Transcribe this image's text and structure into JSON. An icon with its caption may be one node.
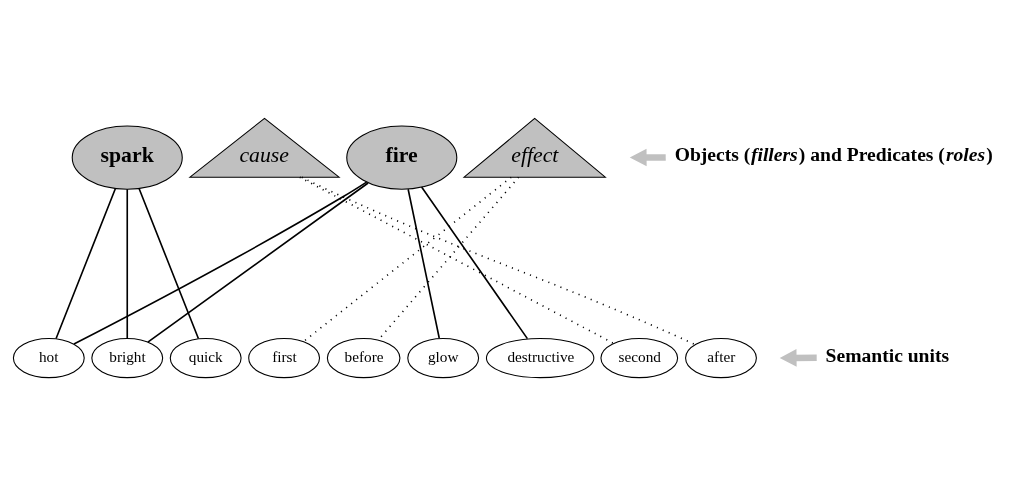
{
  "diagram": {
    "nodes": [
      {
        "text": [
          "spark"
        ]
      },
      {
        "text": [
          "cause"
        ]
      },
      {
        "text": [
          "fire"
        ]
      },
      {
        "text": [
          "effect"
        ]
      },
      {
        "text": [
          "hot"
        ]
      },
      {
        "text": [
          "bright"
        ]
      },
      {
        "text": [
          "quick"
        ]
      },
      {
        "text": [
          "first"
        ]
      },
      {
        "text": [
          "before"
        ]
      },
      {
        "text": [
          "glow"
        ]
      },
      {
        "text": [
          "destructive"
        ]
      },
      {
        "text": [
          "second"
        ]
      },
      {
        "text": [
          "after"
        ]
      },
      {
        "text": [
          "Objects (*fillers*) and Predicates (*roles*)"
        ]
      },
      {
        "text": [
          "Semantic units"
        ]
      }
    ],
    "edges": [
      {
        "from": 0,
        "to": 4,
        "arrow": "none"
      },
      {
        "from": 0,
        "to": 5,
        "arrow": "none"
      },
      {
        "from": 0,
        "to": 6,
        "arrow": "none"
      },
      {
        "from": 2,
        "to": 4,
        "arrow": "none"
      },
      {
        "from": 2,
        "to": 5,
        "arrow": "none"
      },
      {
        "from": 2,
        "to": 9,
        "arrow": "none"
      },
      {
        "from": 2,
        "to": 10,
        "arrow": "none"
      },
      {
        "from": 1,
        "to": 11,
        "arrow": "none",
        "style": "dashed"
      },
      {
        "from": 1,
        "to": 12,
        "arrow": "none",
        "style": "dashed"
      },
      {
        "from": 3,
        "to": 7,
        "arrow": "none",
        "style": "dashed"
      },
      {
        "from": 3,
        "to": 8,
        "arrow": "none",
        "style": "dashed"
      },
      {
        "from": 13,
        "to": null,
        "arrow": "to",
        "style": "thick",
        "color": "#c0c0c0"
      },
      {
        "from": 14,
        "to": null,
        "arrow": "to",
        "style": "thick",
        "color": "#c0c0c0"
      }
    ]
  }
}
